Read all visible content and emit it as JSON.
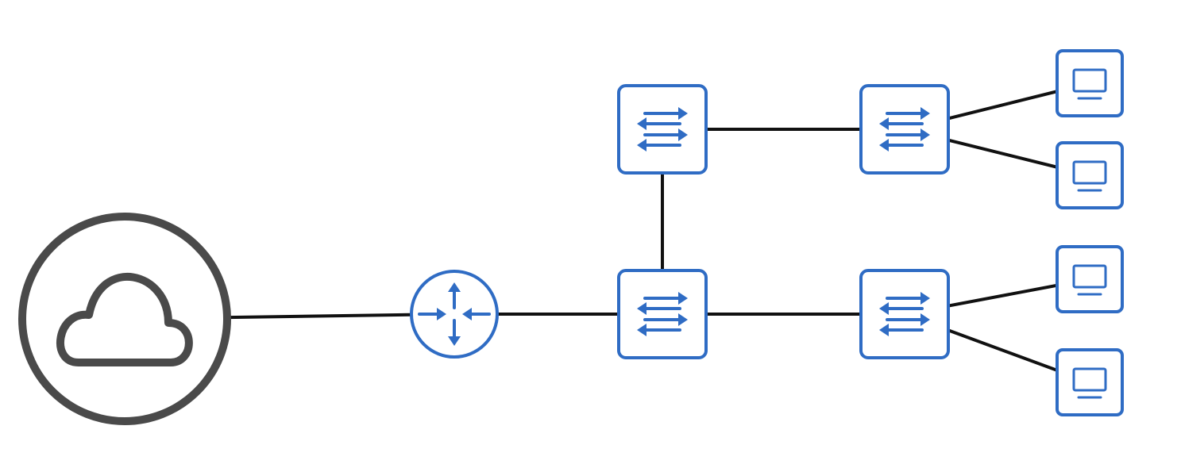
{
  "diagram": {
    "type": "network-topology",
    "colors": {
      "device": "#2f6cc4",
      "cloud": "#4a4a4a",
      "link": "#111111",
      "background": "#ffffff"
    },
    "nodes": [
      {
        "id": "internet",
        "icon": "cloud-icon"
      },
      {
        "id": "router",
        "icon": "router-icon"
      },
      {
        "id": "switch-core",
        "icon": "switch-icon"
      },
      {
        "id": "switch-upper",
        "icon": "switch-icon"
      },
      {
        "id": "switch-access-1",
        "icon": "switch-icon"
      },
      {
        "id": "switch-access-2",
        "icon": "switch-icon"
      },
      {
        "id": "computer-1",
        "icon": "computer-icon"
      },
      {
        "id": "computer-2",
        "icon": "computer-icon"
      },
      {
        "id": "computer-3",
        "icon": "computer-icon"
      },
      {
        "id": "computer-4",
        "icon": "computer-icon"
      }
    ],
    "links": [
      {
        "from": "internet",
        "to": "router"
      },
      {
        "from": "router",
        "to": "switch-core"
      },
      {
        "from": "switch-core",
        "to": "switch-upper"
      },
      {
        "from": "switch-upper",
        "to": "switch-access-1"
      },
      {
        "from": "switch-core",
        "to": "switch-access-2"
      },
      {
        "from": "switch-access-1",
        "to": "computer-1"
      },
      {
        "from": "switch-access-1",
        "to": "computer-2"
      },
      {
        "from": "switch-access-2",
        "to": "computer-3"
      },
      {
        "from": "switch-access-2",
        "to": "computer-4"
      }
    ]
  }
}
